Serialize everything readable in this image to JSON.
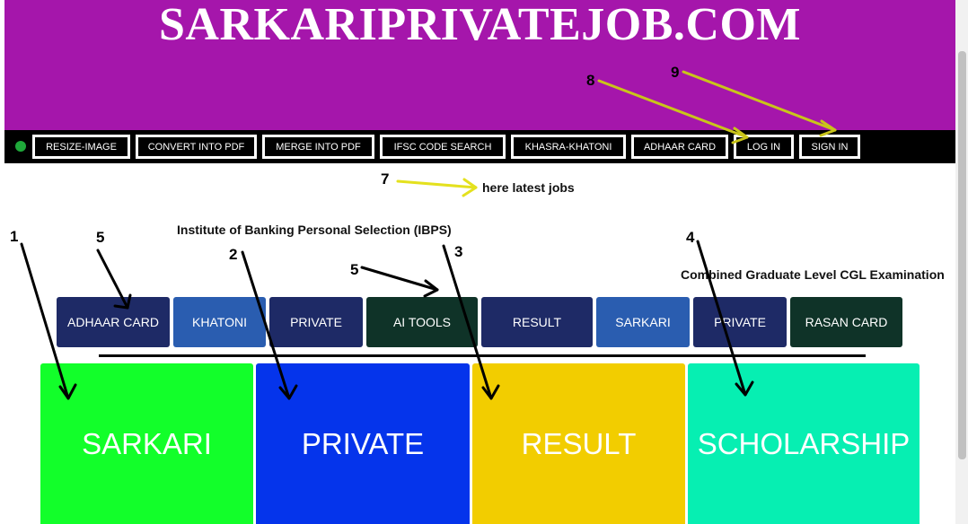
{
  "header": {
    "title": "SARKARIPRIVATEJOB.COM",
    "bg_color": "#a516ab"
  },
  "navbar": {
    "items": [
      {
        "label": "RESIZE-IMAGE"
      },
      {
        "label": "CONVERT INTO PDF"
      },
      {
        "label": "MERGE INTO PDF"
      },
      {
        "label": "IFSC CODE SEARCH"
      },
      {
        "label": "KHASRA-KHATONI"
      },
      {
        "label": "ADHAAR CARD"
      },
      {
        "label": "LOG IN"
      },
      {
        "label": "SIGN IN"
      }
    ]
  },
  "marquee": {
    "latest": "here latest jobs",
    "ibps": "Institute of Banking Personal Selection (IBPS)",
    "cgl": "Combined Graduate Level CGL Examination"
  },
  "categories": [
    {
      "label": "ADHAAR CARD",
      "color": "#1e2a66"
    },
    {
      "label": "KHATONI",
      "color": "#2a5db0"
    },
    {
      "label": "PRIVATE",
      "color": "#1e2a66"
    },
    {
      "label": "AI TOOLS",
      "color": "#0f3328"
    },
    {
      "label": "RESULT",
      "color": "#1e2a66"
    },
    {
      "label": "SARKARI",
      "color": "#2a5db0"
    },
    {
      "label": "PRIVATE",
      "color": "#1e2a66"
    },
    {
      "label": "RASAN CARD",
      "color": "#0f3328"
    }
  ],
  "tiles": [
    {
      "label": "SARKARI",
      "color": "#12ff2a"
    },
    {
      "label": "PRIVATE",
      "color": "#0534eb"
    },
    {
      "label": "RESULT",
      "color": "#f2cd00"
    },
    {
      "label": "SCHOLARSHIP",
      "color": "#06efb2"
    }
  ],
  "annotations": {
    "n1": "1",
    "n2": "2",
    "n3": "3",
    "n4": "4",
    "n5a": "5",
    "n5b": "5",
    "n7": "7",
    "n8": "8",
    "n9": "9"
  }
}
